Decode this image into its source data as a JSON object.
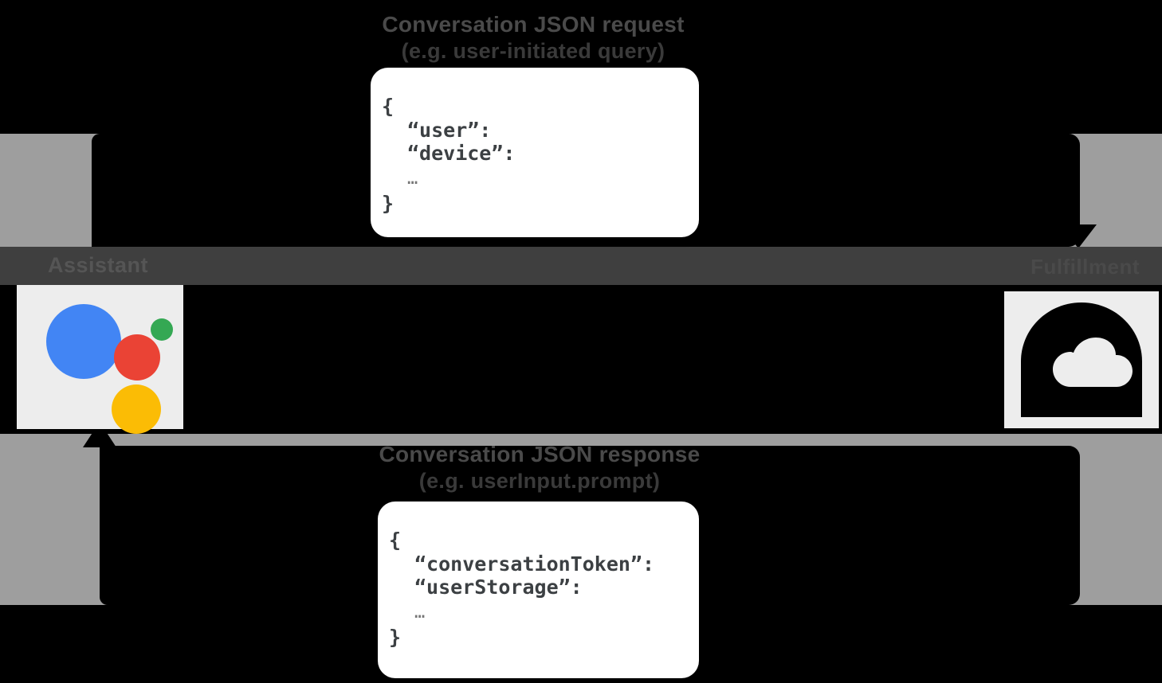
{
  "diagram": {
    "title": "Google Assistant conversation request/response flow",
    "background_color": "#000000",
    "rail_color": "#9e9e9e",
    "strip_color": "#3f3f3f"
  },
  "nodes": {
    "assistant": {
      "label": "Assistant",
      "icon": "google-assistant-icon",
      "tile_color": "#ededed",
      "dot_colors": {
        "blue": "#4285f4",
        "red": "#ea4335",
        "green": "#34a853",
        "yellow": "#fbbc05"
      }
    },
    "fulfillment": {
      "label": "Fulfillment",
      "icon": "cloud-functions-icon",
      "tile_color": "#ededed",
      "icon_color": "#000000"
    }
  },
  "flows": {
    "request": {
      "caption_line1": "Conversation JSON request",
      "caption_line2": "(e.g. user-initiated query)",
      "direction": "assistant-to-fulfillment",
      "payload": {
        "open_brace": "{",
        "fields": [
          "“user”:",
          "“device”:"
        ],
        "ellipsis": "…",
        "close_brace": "}"
      }
    },
    "response": {
      "caption_line1": "Conversation JSON response",
      "caption_line2": "(e.g. userInput.prompt)",
      "direction": "fulfillment-to-assistant",
      "payload": {
        "open_brace": "{",
        "fields": [
          "“conversationToken”:",
          "“userStorage”:"
        ],
        "ellipsis": "…",
        "close_brace": "}"
      }
    }
  }
}
